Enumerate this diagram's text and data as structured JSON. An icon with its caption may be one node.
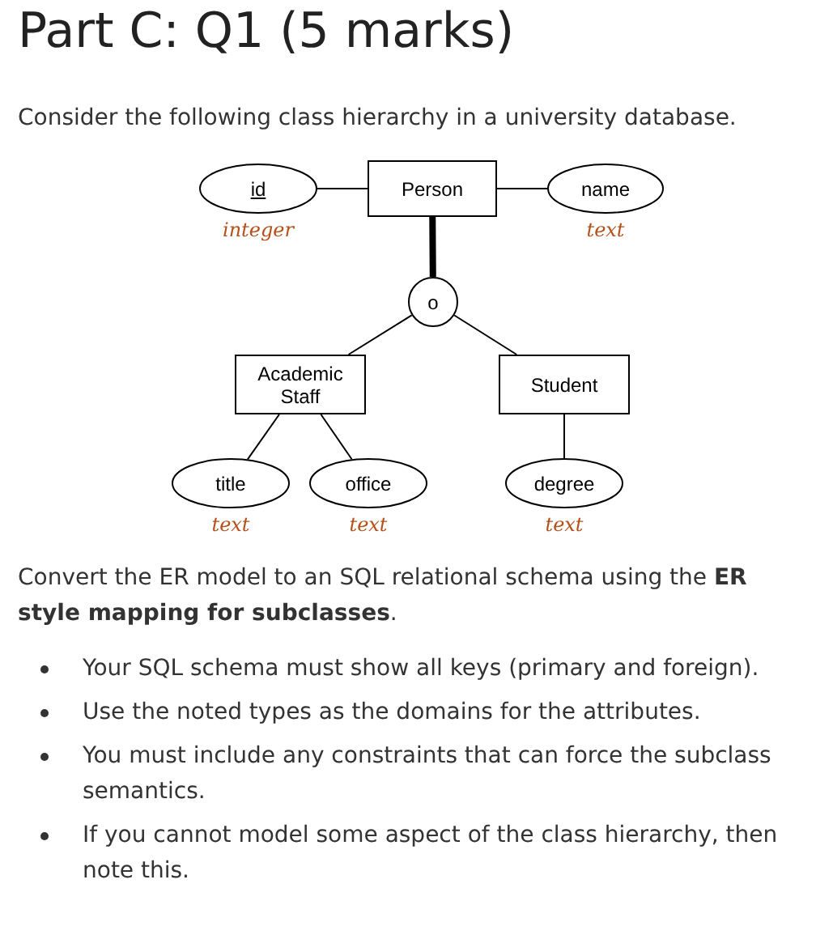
{
  "diagram": {
    "title": "Part C: Q1 (5 marks)",
    "nodes": [
      {
        "text": [
          "id"
        ],
        "beside": [
          "integer"
        ]
      },
      {
        "text": [
          "Person"
        ]
      },
      {
        "text": [
          "name"
        ],
        "beside": [
          "text"
        ]
      },
      {
        "text": [
          "o"
        ]
      },
      {
        "text": [
          "Academic Staff"
        ]
      },
      {
        "text": [
          "Student"
        ]
      },
      {
        "text": [
          "title"
        ],
        "beside": [
          "text"
        ]
      },
      {
        "text": [
          "office"
        ],
        "beside": [
          "text"
        ]
      },
      {
        "text": [
          "degree"
        ],
        "beside": [
          "text"
        ]
      }
    ],
    "edges": [
      {
        "from": 0,
        "to": 1,
        "arrow": "none"
      },
      {
        "from": 1,
        "to": 2,
        "arrow": "none"
      },
      {
        "from": 1,
        "to": 3,
        "arrow": "none",
        "style": "thick"
      },
      {
        "from": 3,
        "to": 4,
        "arrow": "none"
      },
      {
        "from": 3,
        "to": 5,
        "arrow": "none"
      },
      {
        "from": 4,
        "to": 6,
        "arrow": "none"
      },
      {
        "from": 4,
        "to": 7,
        "arrow": "none"
      },
      {
        "from": 5,
        "to": 8,
        "arrow": "none"
      }
    ],
    "labels": [
      "Consider the following class hierarchy in a university database.",
      "Convert the ER model to an SQL relational schema using the **ER style mapping for subclasses**.",
      "Your SQL schema must show all keys (primary and foreign).",
      "Use the noted types as the domains for the attributes.",
      "You must include any constraints that can force the subclass semantics.",
      "If you cannot model some aspect of the class hierarchy, then note this."
    ]
  }
}
